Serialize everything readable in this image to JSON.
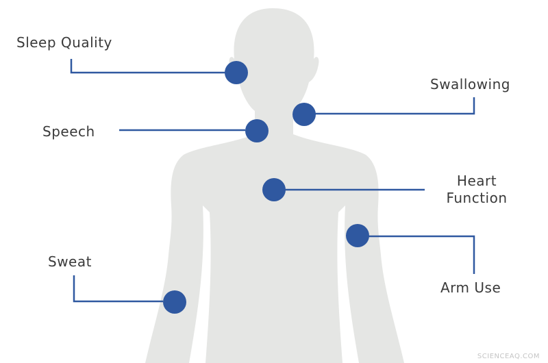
{
  "labels": {
    "sleep_quality": "Sleep Quality",
    "swallowing": "Swallowing",
    "speech": "Speech",
    "heart_function_line1": "Heart",
    "heart_function_line2": "Function",
    "sweat": "Sweat",
    "arm_use": "Arm Use"
  },
  "watermark": "SCIENCEAQ.COM",
  "colors": {
    "body_silhouette": "#e5e6e4",
    "sensor_dot": "#2f58a0",
    "connector_line": "#2f58a0",
    "label_text": "#3a3a3a",
    "watermark": "#c4c4c4",
    "background": "#ffffff"
  }
}
